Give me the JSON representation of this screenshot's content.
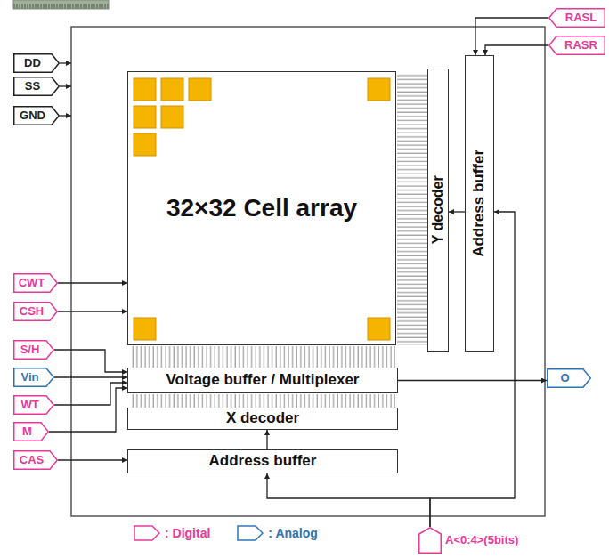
{
  "diagram": {
    "nodes": [
      {
        "text": [
          "DD"
        ]
      },
      {
        "text": [
          "SS"
        ]
      },
      {
        "text": [
          "GND"
        ]
      },
      {
        "text": [
          "RASL"
        ]
      },
      {
        "text": [
          "RASR"
        ]
      },
      {
        "text": [
          "32×32 Cell array"
        ]
      },
      {
        "text": [
          "Y decoder"
        ]
      },
      {
        "text": [
          "Address buffer"
        ]
      },
      {
        "text": [
          "CWT"
        ]
      },
      {
        "text": [
          "CSH"
        ]
      },
      {
        "text": [
          "S/H"
        ]
      },
      {
        "text": [
          "Vin"
        ]
      },
      {
        "text": [
          "Voltage buffer / Multiplexer"
        ]
      },
      {
        "text": [
          "WT"
        ]
      },
      {
        "text": [
          "M"
        ]
      },
      {
        "text": [
          "O"
        ]
      },
      {
        "text": [
          "X decoder"
        ]
      },
      {
        "text": [
          "CAS"
        ]
      },
      {
        "text": [
          "Address buffer"
        ]
      },
      {
        "text": [
          "A<0:4>(5bits)"
        ]
      }
    ],
    "edges": [
      {
        "from": 8,
        "to": 5,
        "arrow": "to"
      },
      {
        "from": 9,
        "to": 5,
        "arrow": "to"
      },
      {
        "from": 10,
        "to": 12,
        "arrow": "to"
      },
      {
        "from": 11,
        "to": 12,
        "arrow": "to"
      },
      {
        "from": 13,
        "to": 12,
        "arrow": "to"
      },
      {
        "from": 14,
        "to": 12,
        "arrow": "to"
      },
      {
        "from": 17,
        "to": 18,
        "arrow": "to"
      },
      {
        "from": 3,
        "to": 7,
        "arrow": "to"
      },
      {
        "from": 4,
        "to": 7,
        "arrow": "to"
      },
      {
        "from": 7,
        "to": 6,
        "arrow": "to"
      },
      {
        "from": 12,
        "to": 15,
        "arrow": "to"
      },
      {
        "from": 18,
        "to": 16,
        "arrow": "to"
      },
      {
        "from": 19,
        "to": 18,
        "arrow": "to"
      },
      {
        "from": 19,
        "to": 7,
        "arrow": "to"
      }
    ],
    "legend": [
      {
        "text": ": Digital"
      },
      {
        "text": ": Analog"
      }
    ]
  }
}
